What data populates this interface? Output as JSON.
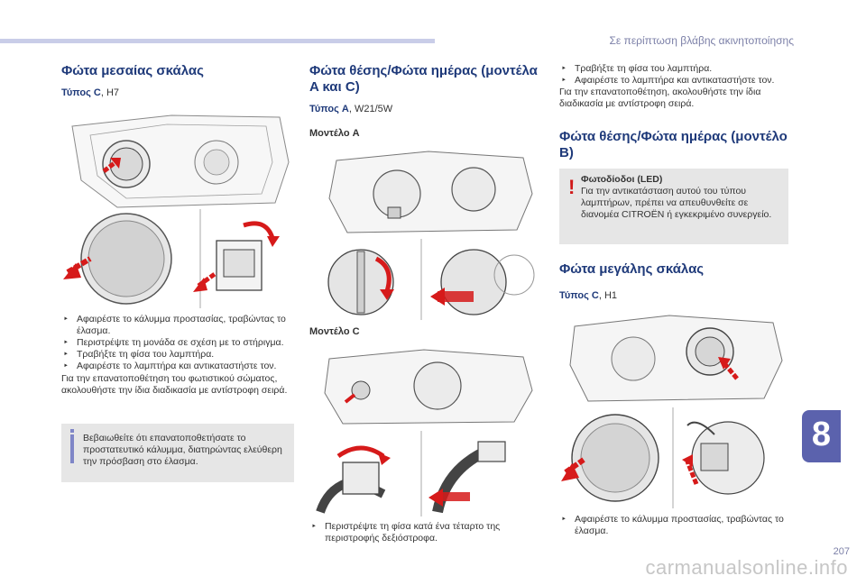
{
  "header": {
    "title": "Σε περίπτωση βλάβης ακινητοποίησης"
  },
  "side_tab": "8",
  "page_number": "207",
  "watermark": "carmanualsonline.info",
  "col1": {
    "title": "Φώτα μεσαίας σκάλας",
    "type_label": "Τύπος C",
    "type_value": ", H7",
    "bullets": [
      "Αφαιρέστε το κάλυμμα προστασίας, τραβώντας το έλασμα.",
      "Περιστρέψτε τη μονάδα σε σχέση με το στήριγμα.",
      "Τραβήξτε τη φίσα του λαμπτήρα.",
      "Αφαιρέστε το λαμπτήρα και αντικαταστήστε τον."
    ],
    "para": "Για την επανατοποθέτηση του φωτιστικού σώματος, ακολουθήστε την ίδια διαδικασία με αντίστροφη σειρά.",
    "info": "Βεβαιωθείτε ότι επανατοποθετήσατε το προστατευτικό κάλυμμα, διατηρώντας ελεύθερη την πρόσβαση στο έλασμα."
  },
  "col2": {
    "title": "Φώτα θέσης/Φώτα ημέρας (μοντέλα A και C)",
    "type_label": "Τύπος A",
    "type_value": ", W21/5W",
    "model_a": "Μοντέλο A",
    "model_c": "Μοντέλο C",
    "bullets": [
      "Περιστρέψτε τη φίσα κατά ένα τέταρτο της περιστροφής δεξιόστροφα."
    ]
  },
  "col3": {
    "bullets": [
      "Τραβήξτε τη φίσα του λαμπτήρα.",
      "Αφαιρέστε το λαμπτήρα και αντικαταστήστε τον."
    ],
    "para": "Για την επανατοποθέτηση, ακολουθήστε την ίδια διαδικασία με αντίστροφη σειρά.",
    "title_b": "Φώτα θέσης/Φώτα ημέρας (μοντέλο B)",
    "warn_title": "Φωτοδίοδοι (LED)",
    "warn_text": "Για την αντικατάσταση αυτού του τύπου λαμπτήρων, πρέπει να απευθυνθείτε σε διανομέα CITROËN ή εγκεκριμένο συνεργείο.",
    "title_high": "Φώτα μεγάλης σκάλας",
    "type_label": "Τύπος C",
    "type_value": ", H1",
    "bullets2": [
      "Αφαιρέστε το κάλυμμα προστασίας, τραβώντας το έλασμα."
    ]
  }
}
